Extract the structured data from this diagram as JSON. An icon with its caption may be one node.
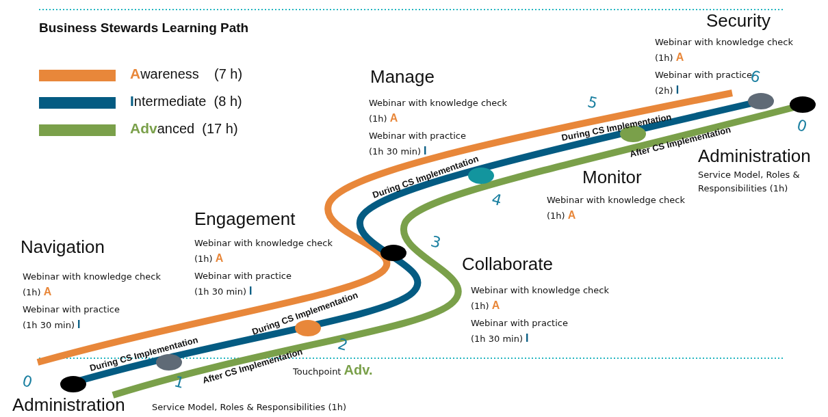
{
  "diagram": {
    "title": "Business Stewards Learning Path",
    "labels": [
      "Security",
      "Webinar with knowledge check (1h) **A**",
      "Webinar with practice (2h) **I**",
      "Manage",
      "Webinar with knowledge check (1h) **A**",
      "Webinar with practice (1h 30 min) **I**",
      "5",
      "6",
      "During  CS Implementation",
      "0",
      "After CS Implementation",
      "Administration",
      "Service Model, Roles & Responsibilities (1h)",
      "During CS Implementation",
      "Monitor",
      "Webinar with knowledge check (1h) **A**",
      "4",
      "Engagement",
      "Webinar with knowledge check (1h) **A**",
      "Webinar with practice (1h 30 min) **I**",
      "Navigation",
      "Webinar with knowledge check (1h) **A**",
      "Webinar with practice (1h 30 min) **I**",
      "3",
      "Collaborate",
      "Webinar with knowledge check (1h) **A**",
      "Webinar with practice (1h 30 min) **I**",
      "During CS Implementation",
      "During CS Implementation",
      "2",
      "After CS Implementation",
      "Touchpoint **Adv.**",
      "0",
      "1",
      "Administration",
      "Service Model, Roles & Responsibilities (1h)"
    ],
    "legend": [
      {
        "text": "**A**wareness    (7 h)",
        "color": "#e8873a"
      },
      {
        "text": "**I**ntermediate  (8 h)",
        "color": "#045b82"
      },
      {
        "text": "**Adv**anced  (17 h)",
        "color": "#7aa04a"
      }
    ]
  }
}
